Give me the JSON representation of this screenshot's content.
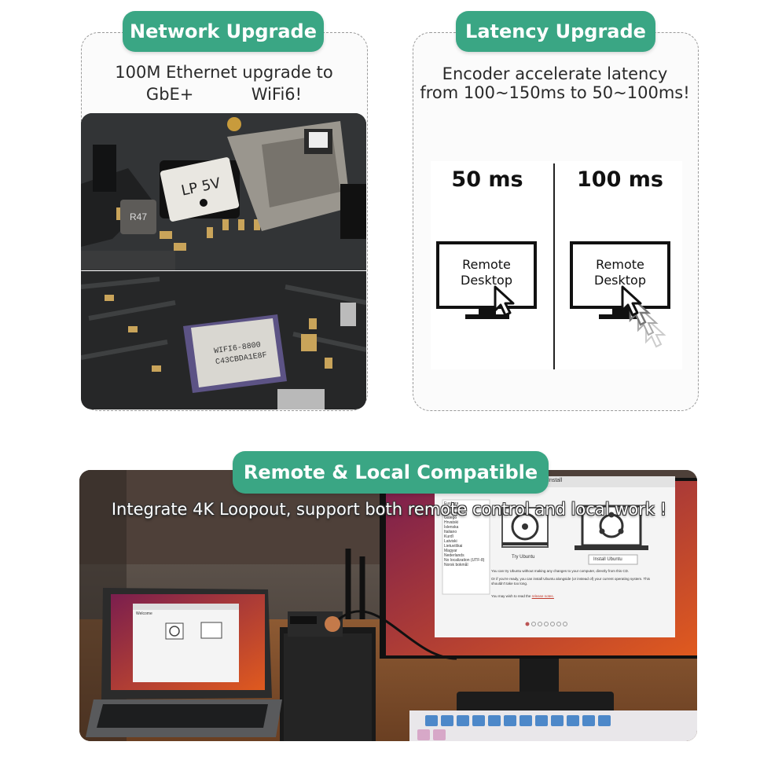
{
  "network": {
    "badge": "Network Upgrade",
    "caption_line1": "100M Ethernet upgrade to",
    "caption_gbe": "GbE+",
    "caption_wifi": "WiFi6!",
    "lp_label": "LP 5V",
    "r47_label": "R47",
    "wifi_chip_line1": "WIFI6-8800",
    "wifi_chip_line2": "C43CBDA1E8F"
  },
  "latency": {
    "badge": "Latency Upgrade",
    "caption_line1": "Encoder accelerate latency",
    "caption_line2": "from 100~150ms to 50~100ms!",
    "left_label": "50 ms",
    "right_label": "100 ms",
    "monitor_line1": "Remote",
    "monitor_line2": "Desktop"
  },
  "compat": {
    "badge": "Remote & Local Compatible",
    "caption": "Integrate 4K Loopout,  support both remote control and local work !",
    "installer_title": "Install",
    "try_label": "Try Ubuntu",
    "install_label": "Install Ubuntu",
    "languages": [
      "Euskara",
      "Français",
      "Gaeilge",
      "Galego",
      "Hrvatski",
      "Íslenska",
      "Italiano",
      "Kurdî",
      "Latviski",
      "Lietuviškai",
      "Magyar",
      "Nederlands",
      "No localization (UTF-8)",
      "Norsk bokmål"
    ],
    "desc1": "You can try Ubuntu without making any changes to your computer, directly from this CD.",
    "desc2": "Or if you're ready, you can install Ubuntu alongside (or instead of) your current operating system. This shouldn't take too long.",
    "desc3_prefix": "You may wish to read the",
    "desc3_link": "release notes.",
    "laptop_title": "Welcome"
  },
  "colors": {
    "accent": "#3aa684"
  }
}
